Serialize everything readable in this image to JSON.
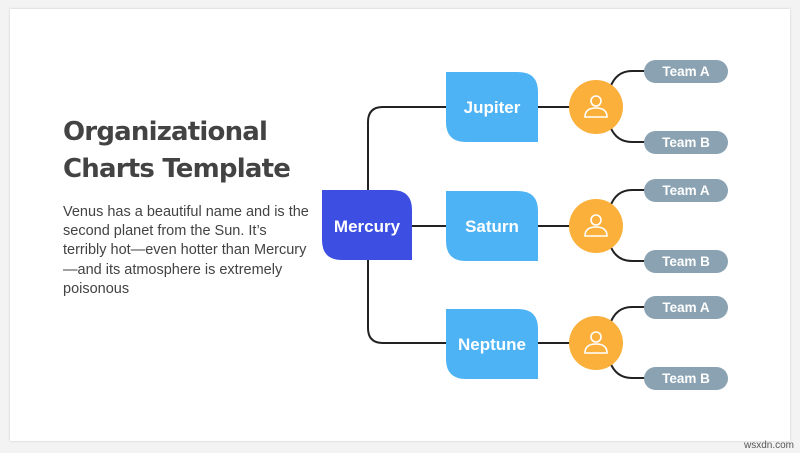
{
  "slide": {
    "title": "Organizational Charts Template",
    "description": "Venus has a beautiful name and is the second planet from the Sun. It’s terribly hot—even hotter than Mercury—and its atmosphere is extremely poisonous"
  },
  "org_chart": {
    "root": {
      "label": "Mercury",
      "color": "#3d4ee3"
    },
    "branches": [
      {
        "label": "Jupiter",
        "color": "#4db3f5",
        "person_icon": "person-icon",
        "person_color": "#fbb03b",
        "teams": [
          "Team A",
          "Team B"
        ]
      },
      {
        "label": "Saturn",
        "color": "#4db3f5",
        "person_icon": "person-icon",
        "person_color": "#fbb03b",
        "teams": [
          "Team A",
          "Team B"
        ]
      },
      {
        "label": "Neptune",
        "color": "#4db3f5",
        "person_icon": "person-icon",
        "person_color": "#fbb03b",
        "teams": [
          "Team A",
          "Team B"
        ]
      }
    ],
    "team_color": "#8aa2b2",
    "connector_color": "#222222"
  },
  "watermark": "wsxdn.com"
}
